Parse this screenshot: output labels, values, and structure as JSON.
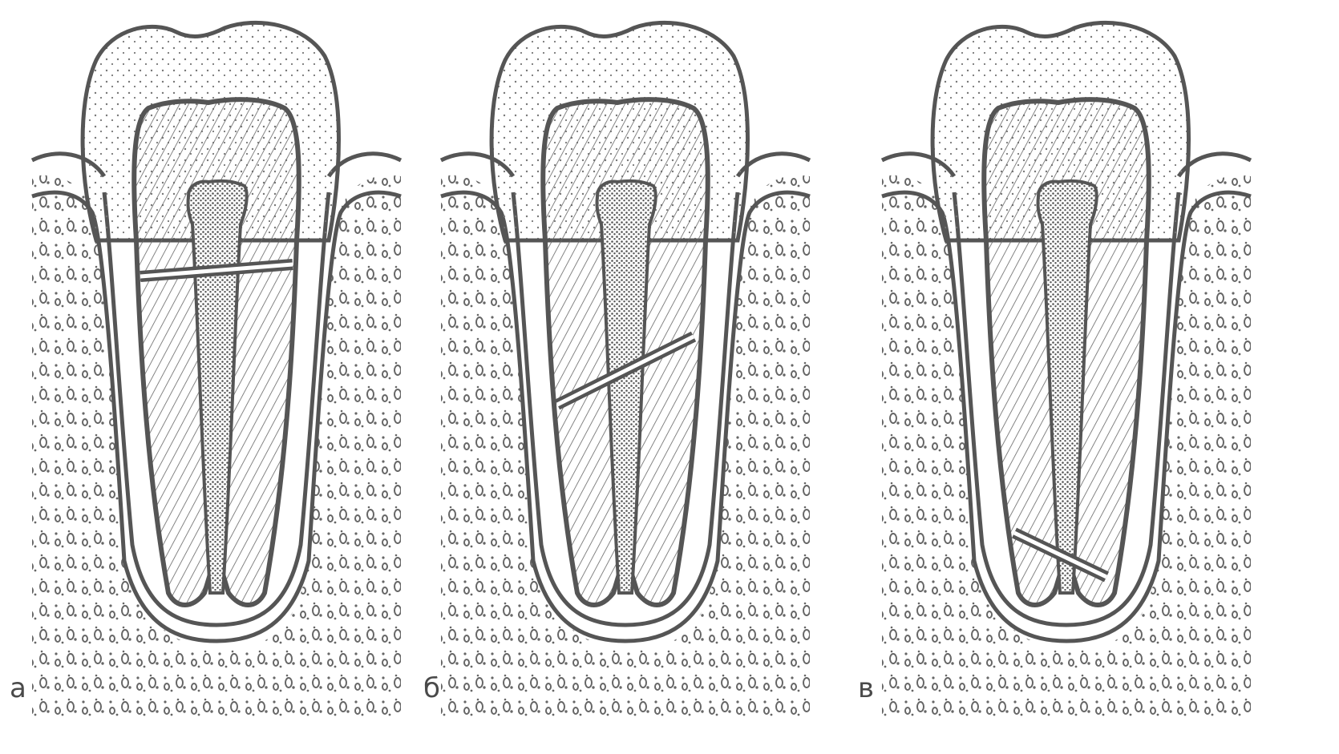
{
  "figure": {
    "panels": [
      {
        "id": "a",
        "label": "а",
        "fracture_level": "cervical"
      },
      {
        "id": "b",
        "label": "б",
        "fracture_level": "middle-third"
      },
      {
        "id": "c",
        "label": "в",
        "fracture_level": "apical-third"
      }
    ],
    "colors": {
      "line": "#5a5a5a",
      "fill": "#ffffff",
      "dots": "#777777",
      "pulp": "#6a6a6a"
    }
  }
}
